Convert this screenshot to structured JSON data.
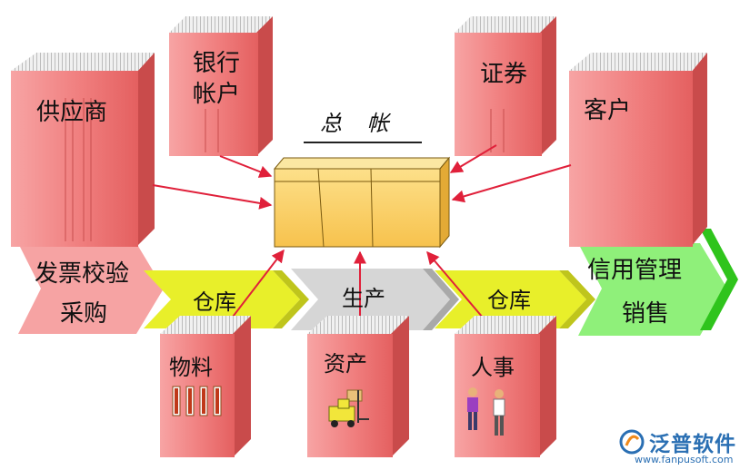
{
  "general_ledger": {
    "title": "总 帐"
  },
  "books": {
    "supplier": "供应商",
    "bank_account": [
      "银行",
      "帐户"
    ],
    "securities": "证券",
    "customer": "客户",
    "materials": "物料",
    "assets": "资产",
    "personnel": "人事"
  },
  "flow": {
    "purchase": [
      "发票校验",
      "采购"
    ],
    "warehouse_left": "仓库",
    "production": "生产",
    "warehouse_right": "仓库",
    "sales": [
      "信用管理",
      "销售"
    ]
  },
  "watermark": {
    "name": "泛普软件",
    "url": "www.fanpusoft.com"
  },
  "colors": {
    "book": "#f28a8a",
    "book_dark": "#e06a6a",
    "ledger": "#fbd36a",
    "arrow_yellow": "#e8ef2a",
    "arrow_gray": "#d4d4d4",
    "arrow_green": "#8ff07a",
    "arrow_pink": "#f6a3a3",
    "connector": "#e0203a",
    "brand": "#2a6fb3"
  }
}
